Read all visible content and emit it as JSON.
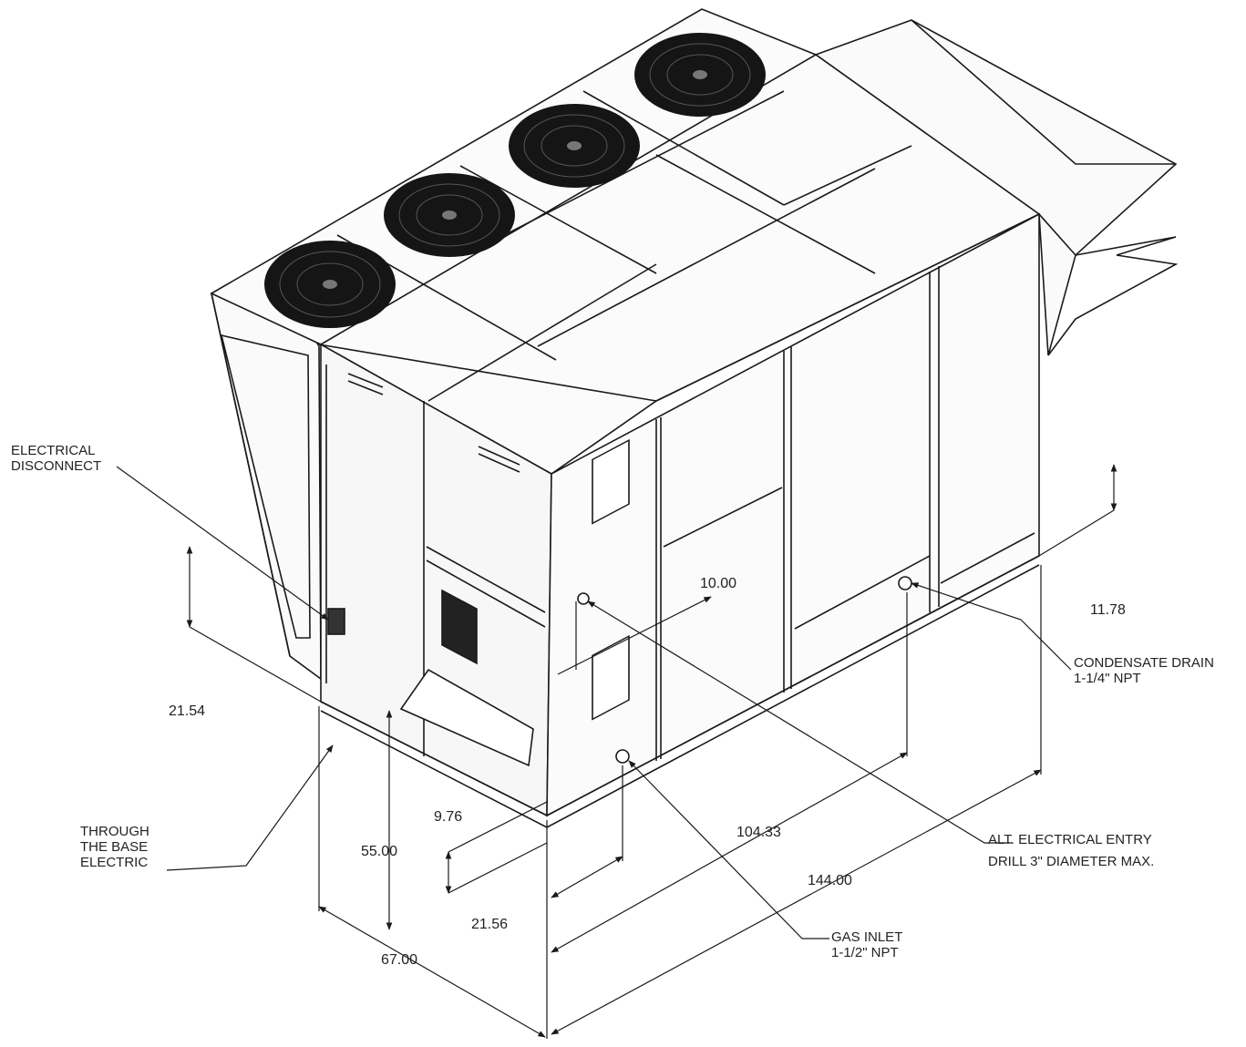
{
  "callouts": {
    "electrical_disconnect": [
      "ELECTRICAL",
      "DISCONNECT"
    ],
    "through_base": [
      "THROUGH",
      "THE BASE",
      "ELECTRIC"
    ],
    "condensate_drain": [
      "CONDENSATE DRAIN",
      "1-1/4\" NPT"
    ],
    "alt_electrical": [
      "ALT. ELECTRICAL ENTRY",
      "DRILL 3\" DIAMETER MAX."
    ],
    "gas_inlet": [
      "GAS INLET",
      "1-1/2\" NPT"
    ]
  },
  "dimensions": {
    "d_10_00": "10.00",
    "d_11_78": "11.78",
    "d_21_54": "21.54",
    "d_9_76": "9.76",
    "d_55_00": "55.00",
    "d_104_33": "104.33",
    "d_21_56": "21.56",
    "d_144_00": "144.00",
    "d_67_00": "67.00"
  },
  "colors": {
    "line": "#1a1a1a",
    "fan": "#151515",
    "panel": "#fafafa"
  },
  "fans": 4
}
